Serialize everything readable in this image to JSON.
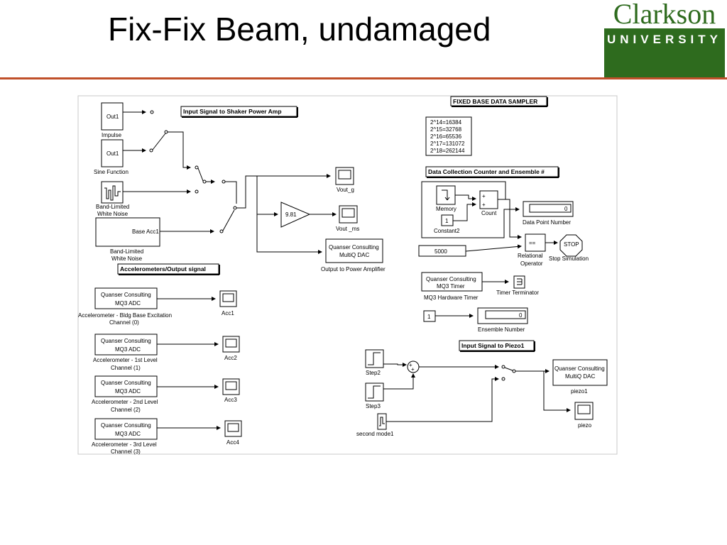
{
  "slide": {
    "title": "Fix-Fix Beam, undamaged",
    "logo": {
      "word": "Clarkson",
      "sub": "UNIVERSITY"
    }
  },
  "diagram": {
    "headers": {
      "input_signal": "Input Signal to Shaker Power Amp",
      "accelerometers": "Accelerometers/Output signal",
      "fixed_base": "FIXED BASE DATA SAMPLER",
      "data_collection": "Data Collection Counter and Ensemble #",
      "piezo_signal": "Input Signal to Piezo1"
    },
    "blocks": {
      "impulse_port": "Out1",
      "impulse_label": "Impulse",
      "sine_port": "Out1",
      "sine_label": "Sine Function",
      "blwn1_label_1": "Band-Limited",
      "blwn1_label_2": "White Noise",
      "base_acc_port": "Base Acc1",
      "blwn2_label_1": "Band-Limited",
      "blwn2_label_2": "White Noise",
      "vout_g": "Vout_g",
      "gain": "9.81",
      "vout_ms": "Vout _ms",
      "dac_1": "Quanser Consulting",
      "dac_2": "MultiQ DAC",
      "dac_label": "Output to Power Amplifier",
      "acc_adc_1": "Quanser Consulting",
      "acc_adc_2": "MQ3 ADC",
      "acc1": "Acc1",
      "acc1_label_1": "Accelerometer - Bldg Base Excitation",
      "acc1_label_2": "Channel (0)",
      "acc2": "Acc2",
      "acc2_label_1": "Accelerometer - 1st Level",
      "acc2_label_2": "Channel (1)",
      "acc3": "Acc3",
      "acc3_label_1": "Accelerometer - 2nd Level",
      "acc3_label_2": "Channel (2)",
      "acc4": "Acc4",
      "acc4_label_1": "Accelerometer - 3rd Level",
      "acc4_label_2": "Channel (3)",
      "pow_lines": [
        "2^14=16384",
        "2^15=32768",
        "2^16=65536",
        "2^17=131072",
        "2^18=262144"
      ],
      "memory": "Memory",
      "count": "Count",
      "constant2_value": "1",
      "constant2": "Constant2",
      "dp_display": "0",
      "dp_label": "Data Point Number",
      "const_5000": "5000",
      "rel_op": "==",
      "rel_label_1": "Relational",
      "rel_label_2": "Operator",
      "stop": "STOP",
      "stop_label": "Stop Simulation",
      "timer_1": "Quanser Consulting",
      "timer_2": "MQ3 Timer",
      "timer_label": "MQ3 Hardware Timer",
      "timer_term": "Timer Terminator",
      "ens_const": "1",
      "ens_display": "0",
      "ens_label": "Ensemble Number",
      "step2": "Step2",
      "step3": "Step3",
      "second_mode": "second mode1",
      "piezo_dac_1": "Quanser Consulting",
      "piezo_dac_2": "MultiQ DAC",
      "piezo_dac_label": "piezo1",
      "piezo_scope": "piezo",
      "sum_plus": "+"
    }
  }
}
